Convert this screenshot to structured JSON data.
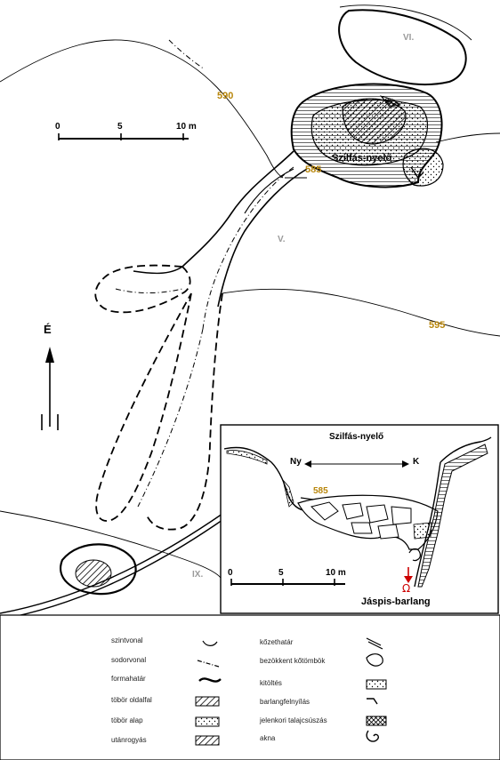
{
  "colors": {
    "contour_label": "#b8860b",
    "doline_label": "#9a9a9a",
    "arrow": "#cc0000",
    "ink": "#000000"
  },
  "map": {
    "contours": [
      "590",
      "585",
      "595"
    ],
    "dolines": [
      "VI.",
      "V.",
      "IX."
    ],
    "cave_entrance": "Szilfás-nyelő",
    "north_label": "É",
    "scale": {
      "ticks": [
        "0",
        "5",
        "10 m"
      ]
    }
  },
  "section": {
    "title": "Szilfás-nyelő",
    "west": "Ny",
    "east": "K",
    "contour": "585",
    "scale": {
      "ticks": [
        "0",
        "5",
        "10 m"
      ]
    },
    "shaft_symbol": "Ω",
    "cave_below": "Jáspis-barlang"
  },
  "legend": {
    "left": [
      "szintvonal",
      "sodorvonal",
      "formahatár",
      "töbör oldalfal",
      "töbör alap",
      "utánrogyás"
    ],
    "right": [
      "kőzethatár",
      "bezökkent kőtömbök",
      "kitöltés",
      "barlangfelnyílás",
      "jelenkori talajcsúszás",
      "akna"
    ]
  }
}
